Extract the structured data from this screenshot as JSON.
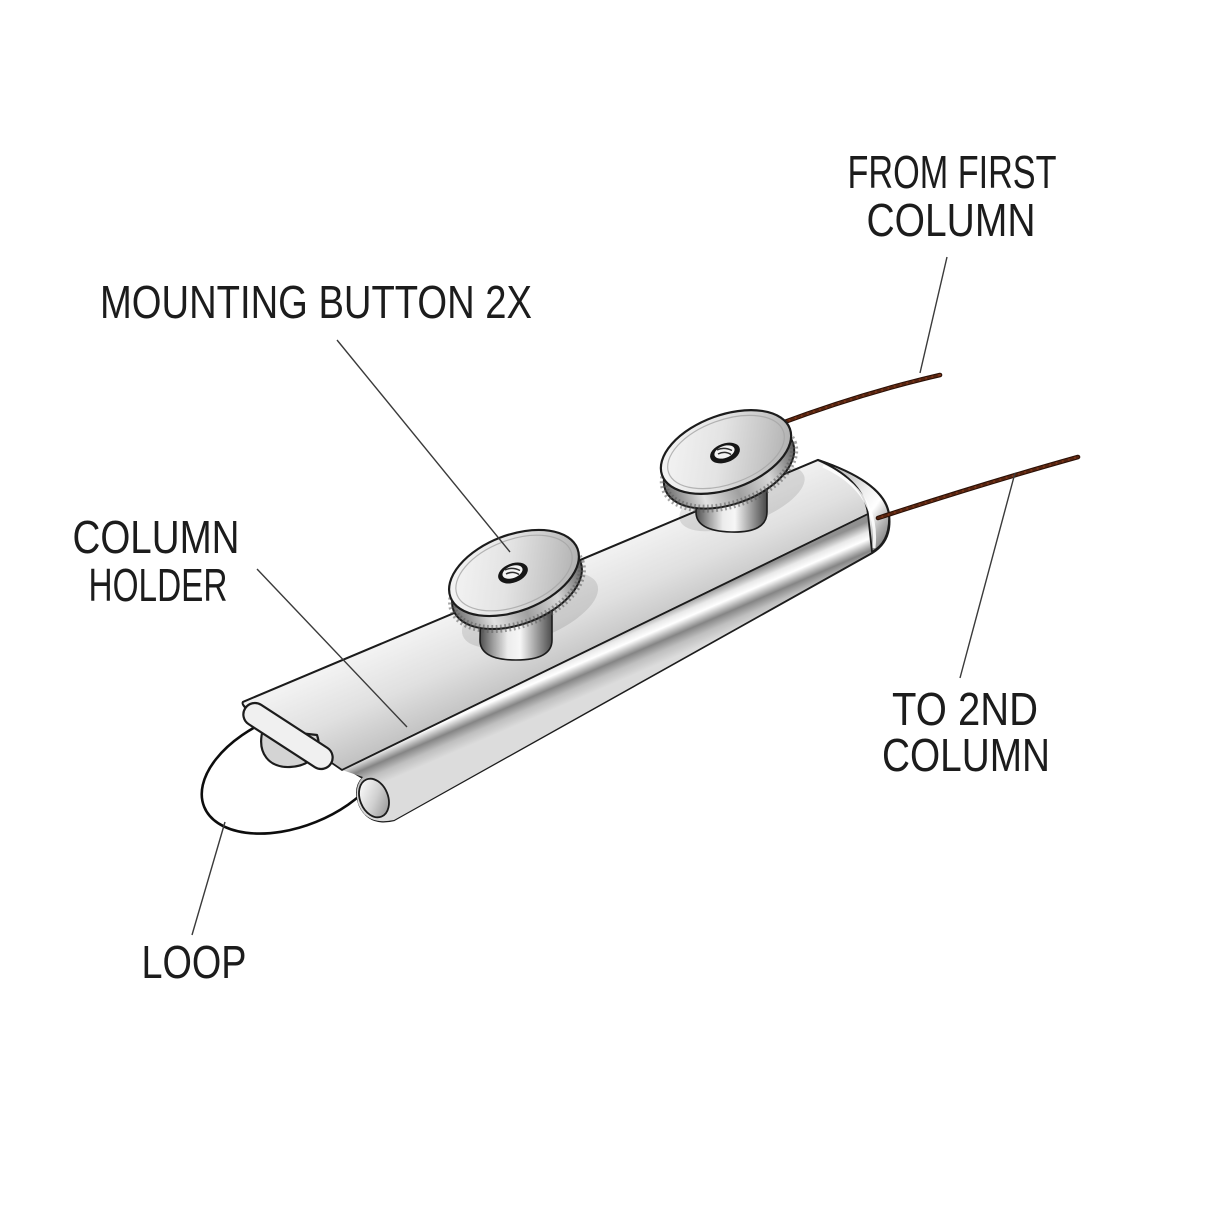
{
  "labels": {
    "mounting_button": "MOUNTING BUTTON 2X",
    "from_first_column": {
      "line1": "FROM FIRST",
      "line2": "COLUMN"
    },
    "column_holder": {
      "line1": "COLUMN",
      "line2": "HOLDER"
    },
    "to_2nd_column": {
      "line1": "TO 2ND",
      "line2": "COLUMN"
    },
    "loop": "LOOP"
  },
  "colors": {
    "background": "#ffffff",
    "text": "#1c1c1c",
    "outline": "#1c1c1c",
    "leader_line": "#3a3a3a",
    "loop_line": "#0d0d0d",
    "wire_outer": "#2a1006",
    "wire_core": "#7b3418",
    "metal_light": "#f2f2f2",
    "metal_mid": "#c9c9c9",
    "metal_dark": "#8f8f8f"
  }
}
